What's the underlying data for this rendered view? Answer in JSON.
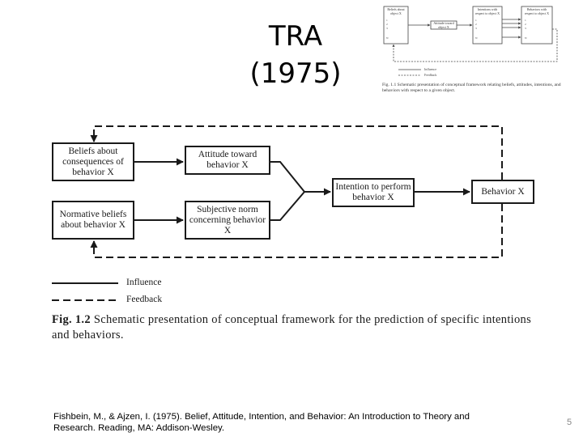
{
  "title": {
    "line1": "TRA",
    "line2": "(1975)"
  },
  "thumbnail": {
    "box_beliefs": "Beliefs about object X",
    "box_attitude": "Attitude toward object X",
    "box_intentions": "Intentions with respect to object X",
    "box_behaviors": "Behaviors with respect to object X",
    "legend_influence": "Influence",
    "legend_feedback": "Feedback",
    "caption": "Fig. 1.1 Schematic presentation of conceptual framework relating beliefs, attitudes, intentions, and behaviors with respect to a given object."
  },
  "diagram": {
    "box_beliefs_consequences": "Beliefs about consequences of behavior X",
    "box_normative_beliefs": "Normative beliefs about behavior X",
    "box_attitude": "Attitude toward behavior X",
    "box_subjective_norm": "Subjective norm concerning behavior X",
    "box_intention": "Intention to perform behavior X",
    "box_behavior": "Behavior X",
    "legend_influence": "Influence",
    "legend_feedback": "Feedback",
    "caption_label": "Fig. 1.2",
    "caption_text": "Schematic presentation of conceptual framework for the prediction of specific intentions and behaviors."
  },
  "citation": "Fishbein, M., & Ajzen, I. (1975). Belief, Attitude, Intention, and Behavior: An Introduction to Theory and Research. Reading, MA: Addison-Wesley.",
  "page_number": "5",
  "colors": {
    "ink": "#1a1a1a",
    "background": "#ffffff",
    "page_number": "#888888"
  }
}
